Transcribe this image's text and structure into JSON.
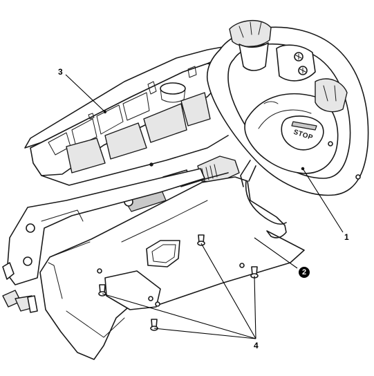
{
  "diagram": {
    "callouts": [
      {
        "id": "1",
        "text": "1"
      },
      {
        "id": "2",
        "text": "2"
      },
      {
        "id": "3",
        "text": "3"
      },
      {
        "id": "4",
        "text": "4"
      }
    ],
    "button_text": "STOP"
  }
}
